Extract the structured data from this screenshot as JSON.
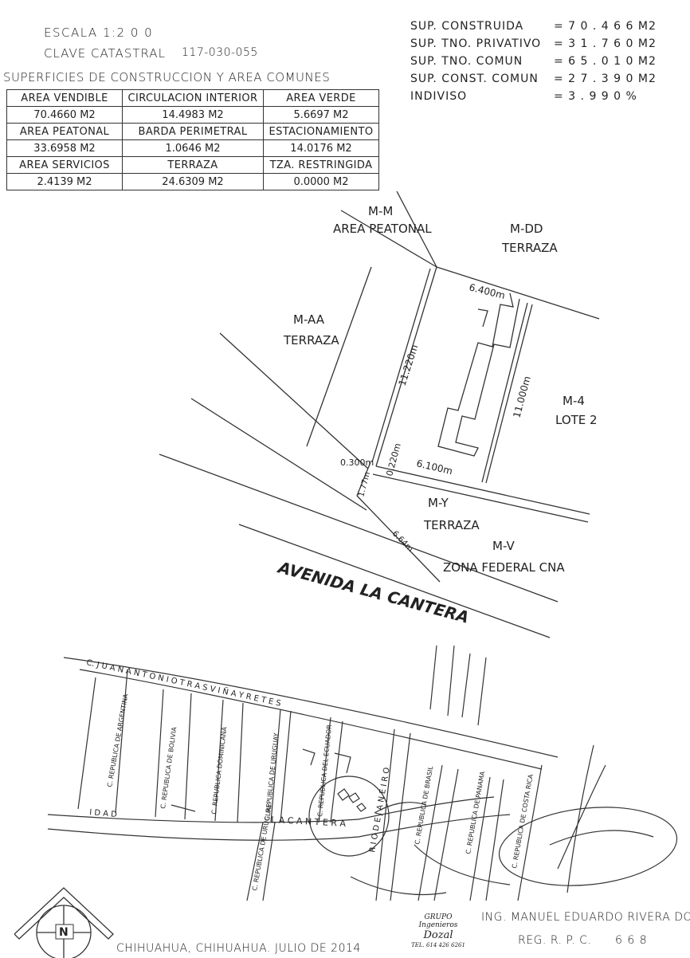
{
  "header": {
    "scale": "ESCALA 1:2 0 0",
    "cadastral_label": "CLAVE CATASTRAL",
    "cadastral_value": "117-030-055",
    "table_title": "SUPERFICIES DE CONSTRUCCION Y AREA COMUNES"
  },
  "areas_table": [
    [
      {
        "label": "AREA VENDIBLE",
        "value": "70.4660 M2"
      },
      {
        "label": "CIRCULACION INTERIOR",
        "value": "14.4983 M2"
      },
      {
        "label": "AREA VERDE",
        "value": "5.6697 M2"
      }
    ],
    [
      {
        "label": "AREA PEATONAL",
        "value": "33.6958 M2"
      },
      {
        "label": "BARDA PERIMETRAL",
        "value": "1.0646 M2"
      },
      {
        "label": "ESTACIONAMIENTO",
        "value": "14.0176 M2"
      }
    ],
    [
      {
        "label": "AREA SERVICIOS",
        "value": "2.4139 M2"
      },
      {
        "label": "TERRAZA",
        "value": "24.6309 M2"
      },
      {
        "label": "TZA. RESTRINGIDA",
        "value": "0.0000 M2"
      }
    ]
  ],
  "surfaces": [
    {
      "label": "SUP. CONSTRUIDA",
      "value": "= 7 0 . 4 6 6 M2"
    },
    {
      "label": "SUP. TNO. PRIVATIVO",
      "value": "= 3 1 . 7 6 0 M2"
    },
    {
      "label": "SUP. TNO. COMUN",
      "value": "= 6 5 . 0 1 0 M2"
    },
    {
      "label": "SUP. CONST. COMUN",
      "value": "= 2 7 . 3 9 0 M2"
    },
    {
      "label": "INDIVISO",
      "value": "= 3 . 9 9 0 %"
    }
  ],
  "plan": {
    "mm_code": "M-M",
    "mm_name": "AREA PEATONAL",
    "mdd_code": "M-DD",
    "mdd_name": "TERRAZA",
    "maa_code": "M-AA",
    "maa_name": "TERRAZA",
    "m4_code": "M-4",
    "m4_name": "LOTE 2",
    "my_code": "M-Y",
    "my_name": "TERRAZA",
    "mv_code": "M-V",
    "mv_name": "ZONA FEDERAL CNA",
    "dim_top": "6.400m",
    "dim_left": "11.220m",
    "dim_right": "11.000m",
    "dim_bottom": "6.100m",
    "dim_a": "0.300m",
    "dim_b": "0.220m",
    "dim_c": "1.77m",
    "dim_d": "6.64m",
    "avenue": "AVENIDA LA CANTERA"
  },
  "location_map": {
    "street_juan_antonio": "C. J U A N   A N T O N I O   T R A S V I Ñ A   Y   R E T E S",
    "street_cantera": "L A   C A N T E R A",
    "street_ciudad": "I D A D",
    "street_rio": "R I O   D E   J A N E I R O",
    "streets_vertical": [
      "C. REPUBLICA DE ARGENTINA",
      "C. REPUBLICA DE BOLIVIA",
      "C. REPUBLICA DOMINICANA",
      "C. REPUBLICA DE URUGUAY",
      "C. REPUBLICA DEL ECUADOR",
      "C. REPUBLICA DE BRASIL",
      "C. REPUBLICA DE PANAMA",
      "C. REPUBLICA DE COSTA RICA",
      "C. REPUBLICA DE URUGUAY"
    ]
  },
  "footer": {
    "north": "N",
    "city_date": "CHIHUAHUA, CHIHUAHUA.   JULIO DE 2014",
    "firm_line1": "GRUPO",
    "firm_line2": "Ingenieros",
    "firm_line3": "Dozal",
    "firm_phone": "TEL. 614 426 6261",
    "engineer": "ING. MANUEL EDUARDO RIVERA DOZAL",
    "reg_label": "REG. R. P. C.",
    "reg_value": "6 6 8"
  }
}
